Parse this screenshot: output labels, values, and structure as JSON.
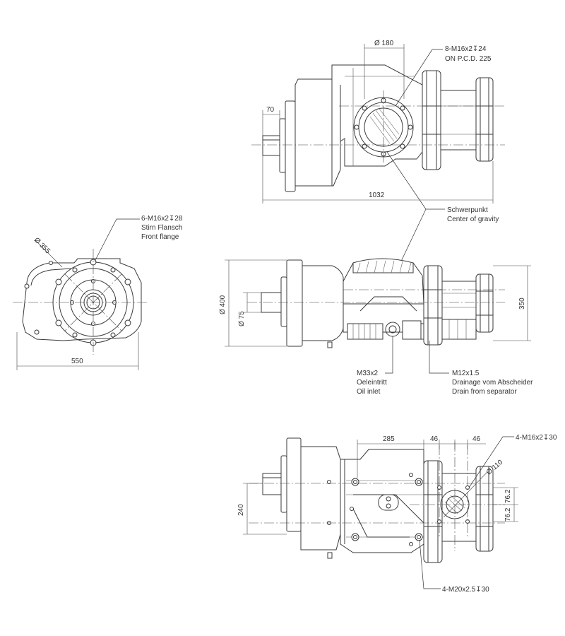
{
  "labels": {
    "top_pcd_line1": "8-M16x2↧24",
    "top_pcd_line2": "ON P.C.D. 225",
    "gravity_de": "Schwerpunkt",
    "gravity_en": "Center of gravity",
    "front_thread": "6-M16x2↧28",
    "front_de": "Stirn Flansch",
    "front_en": "Front flange",
    "oil_thread": "M33x2",
    "oil_de": "Oeleintritt",
    "oil_en": "Oil inlet",
    "drain_thread": "M12x1.5",
    "drain_de": "Drainage vom Abscheider",
    "drain_en": "Drain from separator",
    "bottom_right_thread": "4-M16x2↧30",
    "bottom_thread": "4-M20x2.5↧30"
  },
  "dimensions": {
    "top_dia": "Ø 180",
    "top_70": "70",
    "top_length": "1032",
    "front_dia": "Ø 355",
    "front_width": "550",
    "side_dia_400": "Ø 400",
    "side_dia_75": "Ø 75",
    "side_350": "350",
    "bottom_285": "285",
    "bottom_46a": "46",
    "bottom_46b": "46",
    "bottom_dia_110": "Ø 110",
    "bottom_240": "240",
    "bottom_76a": "76.2",
    "bottom_76b": "76.2"
  }
}
